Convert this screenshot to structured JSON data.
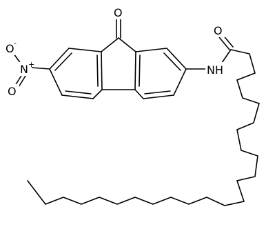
{
  "labels": {
    "ketone_oxygen": "O",
    "amide_oxygen": "O",
    "amide_nh": "NH",
    "nitro_nitrogen": "N",
    "nitro_oxygen_upper": "O",
    "nitro_oxygen_lower": "O"
  },
  "charges": {
    "nitro_nitrogen": "+",
    "nitro_oxygen_upper": "-"
  },
  "colors": {
    "bond": "#000000",
    "background": "#ffffff"
  }
}
